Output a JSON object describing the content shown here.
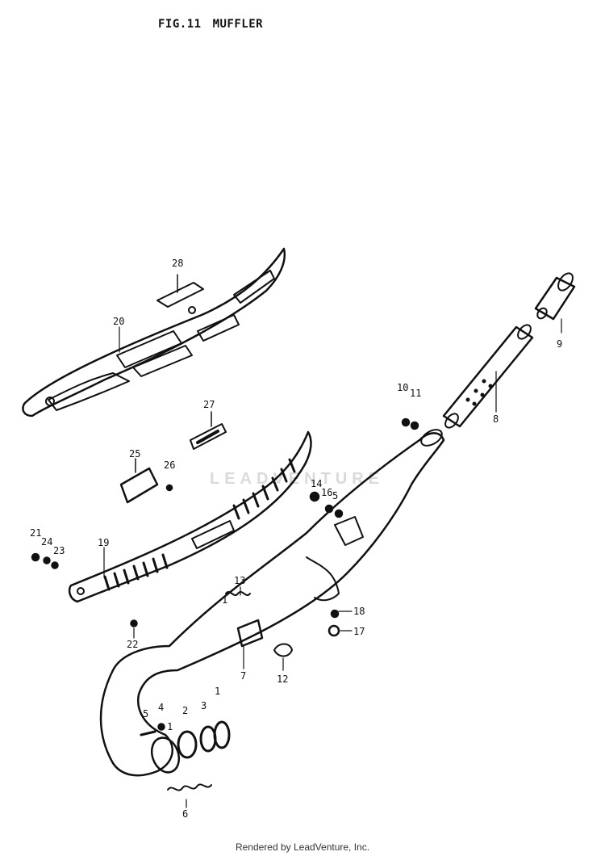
{
  "header": {
    "fig": "FIG.11",
    "name": "MUFFLER"
  },
  "watermark": "LEADVENTURE",
  "footer": "Rendered by LeadVenture, Inc.",
  "callouts": {
    "c1": "1",
    "c1b": "1",
    "c1c": "1",
    "c2": "2",
    "c3": "3",
    "c4": "4",
    "c5": "5",
    "c5b": "5",
    "c6": "6",
    "c7": "7",
    "c8": "8",
    "c9": "9",
    "c10": "10",
    "c11": "11",
    "c12": "12",
    "c13": "13",
    "c14": "14",
    "c16": "16",
    "c17": "17",
    "c18": "18",
    "c19": "19",
    "c20": "20",
    "c21": "21",
    "c22": "22",
    "c23": "23",
    "c24": "24",
    "c25": "25",
    "c26": "26",
    "c27": "27",
    "c28": "28"
  }
}
